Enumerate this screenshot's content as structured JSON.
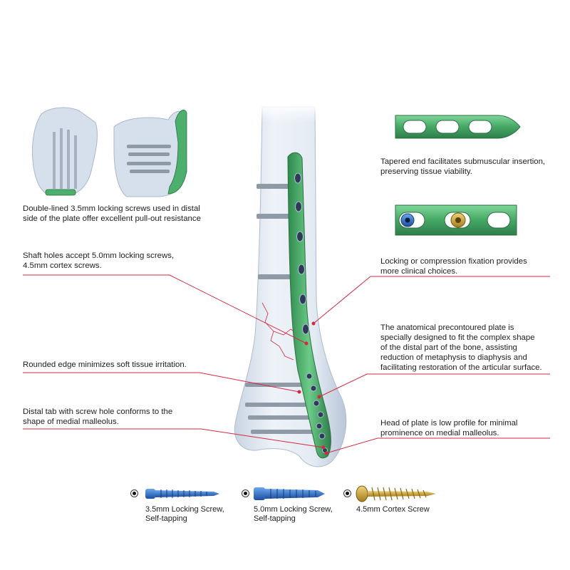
{
  "annotations": {
    "double_lined": "Double-lined 3.5mm locking screws used in distal\nside of the plate offer excellent pull-out resistance",
    "shaft_holes": "Shaft holes accept 5.0mm locking screws,\n4.5mm cortex screws.",
    "rounded_edge": "Rounded edge minimizes soft tissue irritation.",
    "distal_tab": "Distal tab with screw hole conforms to the\nshape of medial malleolus.",
    "tapered_end": "Tapered end facilitates submuscular insertion,\npreserving tissue viability.",
    "locking_compression": "Locking or compression fixation provides\nmore clinical choices.",
    "anatomical": "The anatomical precontoured plate is\nspecially designed to fit the complex shape\nof the distal part of the bone, assisting\nreduction of metaphysis to diaphysis and\nfacilitating restoration of the articular surface.",
    "head_low_profile": "Head of plate is low profile for minimal\nprominence on medial malleolus."
  },
  "screws": [
    {
      "label": "3.5mm Locking Screw,\nSelf-tapping",
      "color": "#2f6fc8"
    },
    {
      "label": "5.0mm Locking Screw,\nSelf-tapping",
      "color": "#2b62b8"
    },
    {
      "label": "4.5mm Cortex Screw",
      "color": "#c9a43c"
    }
  ],
  "colors": {
    "plate_green": "#4caf6e",
    "leader_red": "#d22a3e",
    "bone": "#dde6f0"
  }
}
